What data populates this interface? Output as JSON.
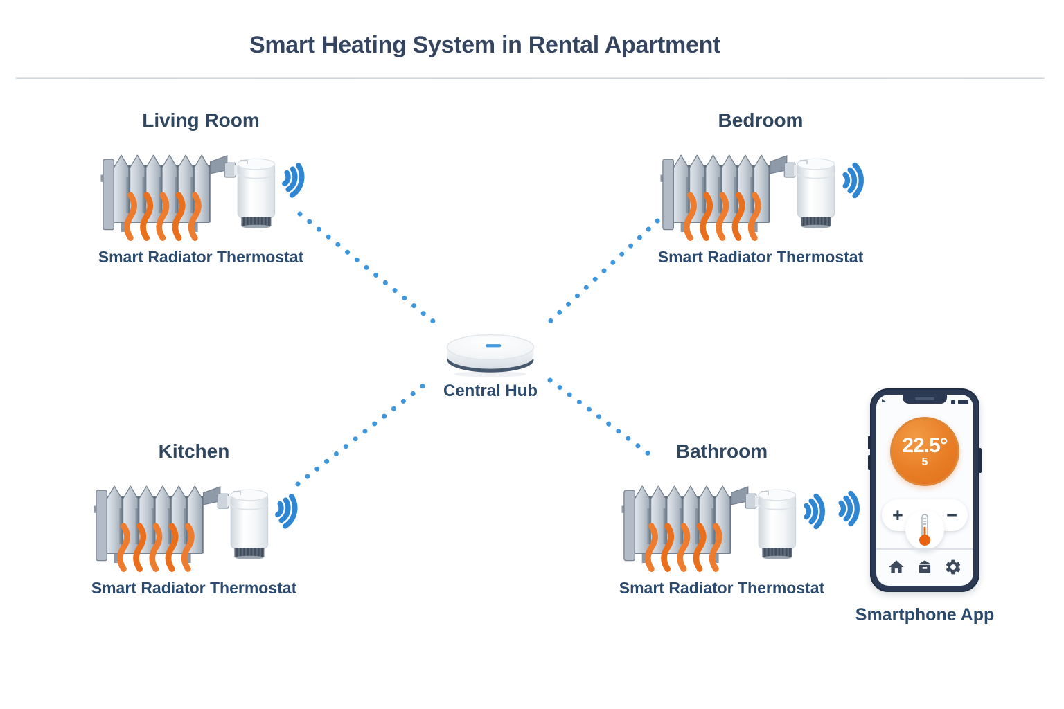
{
  "title": "Smart Heating System in Rental Apartment",
  "rooms": [
    {
      "label": "Living Room",
      "device": "Smart Radiator Thermostat"
    },
    {
      "label": "Bedroom",
      "device": "Smart Radiator Thermostat"
    },
    {
      "label": "Kitchen",
      "device": "Smart Radiator Thermostat"
    },
    {
      "label": "Bathroom",
      "device": "Smart Radiator Thermostat"
    }
  ],
  "hub": {
    "label": "Central Hub"
  },
  "connections": [
    {
      "from": "Central Hub",
      "to": "Living Room"
    },
    {
      "from": "Central Hub",
      "to": "Bedroom"
    },
    {
      "from": "Central Hub",
      "to": "Kitchen"
    },
    {
      "from": "Central Hub",
      "to": "Bathroom"
    }
  ],
  "phone": {
    "label": "Smartphone App",
    "temperature": "22.5°",
    "setpoint": "5",
    "increase_label": "+",
    "decrease_label": "−",
    "nav_icons": [
      "home-icon",
      "rooms-icon",
      "settings-icon"
    ]
  },
  "colors": {
    "text_navy": "#30455e",
    "label_blue": "#2b4a6d",
    "signal_blue": "#2f86d3",
    "dot_blue": "#3e97dc",
    "heat_orange": "#ed7c2f",
    "app_orange": "#e5761f",
    "phone_frame": "#2b3a52",
    "hub_rim": "#46586d"
  }
}
